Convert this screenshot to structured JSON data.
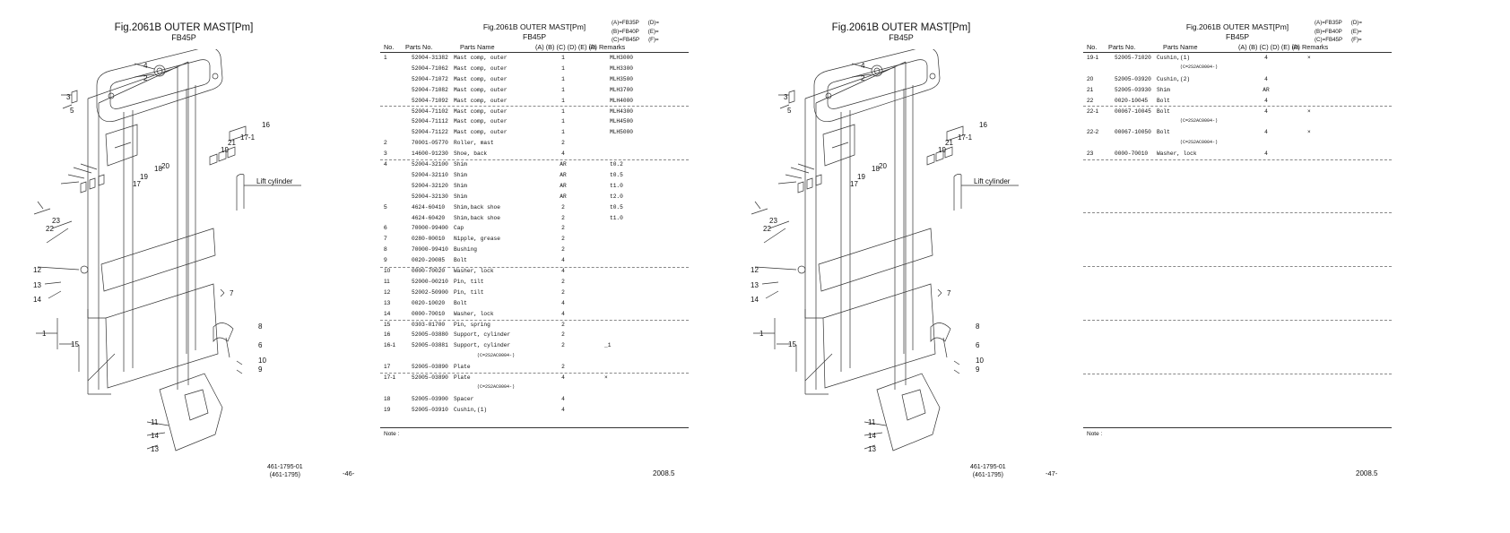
{
  "pages": [
    {
      "figure_title": "Fig.2061B  OUTER MAST[Pm]",
      "figure_subtitle": "FB45P",
      "callouts": [
        "4",
        "2",
        "3",
        "5",
        "16",
        "17-1",
        "21",
        "19",
        "18",
        "20",
        "17",
        "19",
        "22",
        "23",
        "12",
        "13",
        "14",
        "7",
        "1",
        "15",
        "8",
        "6",
        "10",
        "9",
        "11",
        "14",
        "13"
      ],
      "lift_cylinder_label": "Lift cylinder",
      "drawing_no": "461-1795-01",
      "drawing_no_ref": "(461-1795)",
      "page_number": "-46-",
      "table": {
        "title": "Fig.2061B  OUTER MAST[Pm]",
        "subtitle": "FB45P",
        "models": [
          {
            "left": "(A)=FB35P",
            "right": "(D)="
          },
          {
            "left": "(B)=FB40P",
            "right": "(E)="
          },
          {
            "left": "(C)=FB45P",
            "right": "(F)="
          }
        ],
        "headers": {
          "no": "No.",
          "parts_no": "Parts No.",
          "parts_name": "Parts Name",
          "cols": "(A) (B) (C) (D) (E) (F)",
          "ia": "i/a",
          "remarks": "Remarks"
        },
        "rows": [
          {
            "no": "1",
            "pn": "52004-31382",
            "name": "Mast comp, outer",
            "qty": "1",
            "ia": "",
            "rem": "MLH3000"
          },
          {
            "no": "",
            "pn": "52004-71062",
            "name": "Mast comp, outer",
            "qty": "1",
            "ia": "",
            "rem": "MLH3300"
          },
          {
            "no": "",
            "pn": "52004-71072",
            "name": "Mast comp, outer",
            "qty": "1",
            "ia": "",
            "rem": "MLH3500"
          },
          {
            "no": "",
            "pn": "52004-71082",
            "name": "Mast comp, outer",
            "qty": "1",
            "ia": "",
            "rem": "MLH3700"
          },
          {
            "no": "",
            "pn": "52004-71092",
            "name": "Mast comp, outer",
            "qty": "1",
            "ia": "",
            "rem": "MLH4000"
          },
          {
            "no": "",
            "pn": "52004-71102",
            "name": "Mast comp, outer",
            "qty": "1",
            "ia": "",
            "rem": "MLH4300"
          },
          {
            "no": "",
            "pn": "52004-71112",
            "name": "Mast comp, outer",
            "qty": "1",
            "ia": "",
            "rem": "MLH4500"
          },
          {
            "no": "",
            "pn": "52004-71122",
            "name": "Mast comp, outer",
            "qty": "1",
            "ia": "",
            "rem": "MLH5000"
          },
          {
            "no": "2",
            "pn": "70001-05770",
            "name": "Roller, mast",
            "qty": "2",
            "ia": "",
            "rem": ""
          },
          {
            "no": "3",
            "pn": "14600-91230",
            "name": "Shoe, back",
            "qty": "4",
            "ia": "",
            "rem": ""
          },
          {
            "no": "4",
            "pn": "52004-32100",
            "name": "Shim",
            "qty": "AR",
            "ia": "",
            "rem": "t0.2"
          },
          {
            "no": "",
            "pn": "52004-32110",
            "name": "Shim",
            "qty": "AR",
            "ia": "",
            "rem": "t0.5"
          },
          {
            "no": "",
            "pn": "52004-32120",
            "name": "Shim",
            "qty": "AR",
            "ia": "",
            "rem": "t1.0"
          },
          {
            "no": "",
            "pn": "52004-32130",
            "name": "Shim",
            "qty": "AR",
            "ia": "",
            "rem": "t2.0"
          },
          {
            "no": "5",
            "pn": "4624-60410",
            "name": "Shim,back shoe",
            "qty": "2",
            "ia": "",
            "rem": "t0.5"
          },
          {
            "no": "",
            "pn": "4624-60420",
            "name": "Shim,back shoe",
            "qty": "2",
            "ia": "",
            "rem": "t1.0"
          },
          {
            "no": "6",
            "pn": "70000-99400",
            "name": "Cap",
            "qty": "2",
            "ia": "",
            "rem": ""
          },
          {
            "no": "7",
            "pn": "0280-00010",
            "name": "Nipple, grease",
            "qty": "2",
            "ia": "",
            "rem": ""
          },
          {
            "no": "8",
            "pn": "70000-99410",
            "name": "Bushing",
            "qty": "2",
            "ia": "",
            "rem": ""
          },
          {
            "no": "9",
            "pn": "0020-20085",
            "name": "Bolt",
            "qty": "4",
            "ia": "",
            "rem": ""
          },
          {
            "no": "10",
            "pn": "0000-70020",
            "name": "Washer, lock",
            "qty": "4",
            "ia": "",
            "rem": ""
          },
          {
            "no": "11",
            "pn": "52000-00210",
            "name": "Pin, tilt",
            "qty": "2",
            "ia": "",
            "rem": ""
          },
          {
            "no": "12",
            "pn": "52002-50900",
            "name": "Pin, tilt",
            "qty": "2",
            "ia": "",
            "rem": ""
          },
          {
            "no": "13",
            "pn": "0020-10020",
            "name": "Bolt",
            "qty": "4",
            "ia": "",
            "rem": ""
          },
          {
            "no": "14",
            "pn": "0000-70010",
            "name": "Washer, lock",
            "qty": "4",
            "ia": "",
            "rem": ""
          },
          {
            "no": "15",
            "pn": "0303-01700",
            "name": "Pin, spring",
            "qty": "2",
            "ia": "",
            "rem": ""
          },
          {
            "no": "16",
            "pn": "52005-03880",
            "name": "Support, cylinder",
            "qty": "2",
            "ia": "",
            "rem": ""
          },
          {
            "no": "16-1",
            "pn": "52005-03881",
            "name": "Support, cylinder",
            "qty": "2",
            "ia": "_1",
            "rem": "",
            "sub": "(C=2S2AC0004-)"
          },
          {
            "no": "17",
            "pn": "52005-03890",
            "name": "Plate",
            "qty": "2",
            "ia": "",
            "rem": ""
          },
          {
            "no": "17-1",
            "pn": "52005-03890",
            "name": "Plate",
            "qty": "4",
            "ia": "×",
            "rem": "",
            "sub": "(C=2S2AC0004-)"
          },
          {
            "no": "18",
            "pn": "52005-03900",
            "name": "Spacer",
            "qty": "4",
            "ia": "",
            "rem": ""
          },
          {
            "no": "19",
            "pn": "52005-03910",
            "name": "Cushin,(1)",
            "qty": "4",
            "ia": "",
            "rem": ""
          }
        ],
        "note": "Note :",
        "date": "2008.5"
      }
    },
    {
      "figure_title": "Fig.2061B  OUTER MAST[Pm]",
      "figure_subtitle": "FB45P",
      "callouts": [
        "4",
        "2",
        "3",
        "5",
        "16",
        "17-1",
        "21",
        "19",
        "18",
        "20",
        "17",
        "19",
        "22",
        "23",
        "12",
        "13",
        "14",
        "7",
        "1",
        "15",
        "8",
        "6",
        "10",
        "9",
        "11",
        "14",
        "13"
      ],
      "lift_cylinder_label": "Lift cylinder",
      "drawing_no": "461-1795-01",
      "drawing_no_ref": "(461-1795)",
      "page_number": "-47-",
      "table": {
        "title": "Fig.2061B  OUTER MAST[Pm]",
        "subtitle": "FB45P",
        "models": [
          {
            "left": "(A)=FB35P",
            "right": "(D)="
          },
          {
            "left": "(B)=FB40P",
            "right": "(E)="
          },
          {
            "left": "(C)=FB45P",
            "right": "(F)="
          }
        ],
        "headers": {
          "no": "No.",
          "parts_no": "Parts No.",
          "parts_name": "Parts Name",
          "cols": "(A) (B) (C) (D) (E) (F)",
          "ia": "i/a",
          "remarks": "Remarks"
        },
        "rows": [
          {
            "no": "19-1",
            "pn": "52005-71020",
            "name": "Cushin,(1)",
            "qty": "4",
            "ia": "×",
            "rem": "",
            "sub": "(C=2S2AC0004-)"
          },
          {
            "no": "20",
            "pn": "52005-03920",
            "name": "Cushin,(2)",
            "qty": "4",
            "ia": "",
            "rem": ""
          },
          {
            "no": "21",
            "pn": "52005-03930",
            "name": "Shim",
            "qty": "AR",
            "ia": "",
            "rem": ""
          },
          {
            "no": "22",
            "pn": "0020-10045",
            "name": "Bolt",
            "qty": "4",
            "ia": "",
            "rem": ""
          },
          {
            "no": "22-1",
            "pn": "00067-10045",
            "name": "Bolt",
            "qty": "4",
            "ia": "×",
            "rem": "",
            "sub": "(C=2S2AC0004-)"
          },
          {
            "no": "22-2",
            "pn": "00067-10050",
            "name": "Bolt",
            "qty": "4",
            "ia": "×",
            "rem": "",
            "sub": "(C=2S2AC0004-)"
          },
          {
            "no": "23",
            "pn": "0000-70010",
            "name": "Washer, lock",
            "qty": "4",
            "ia": "",
            "rem": ""
          }
        ],
        "note": "Note :",
        "date": "2008.5"
      }
    }
  ]
}
